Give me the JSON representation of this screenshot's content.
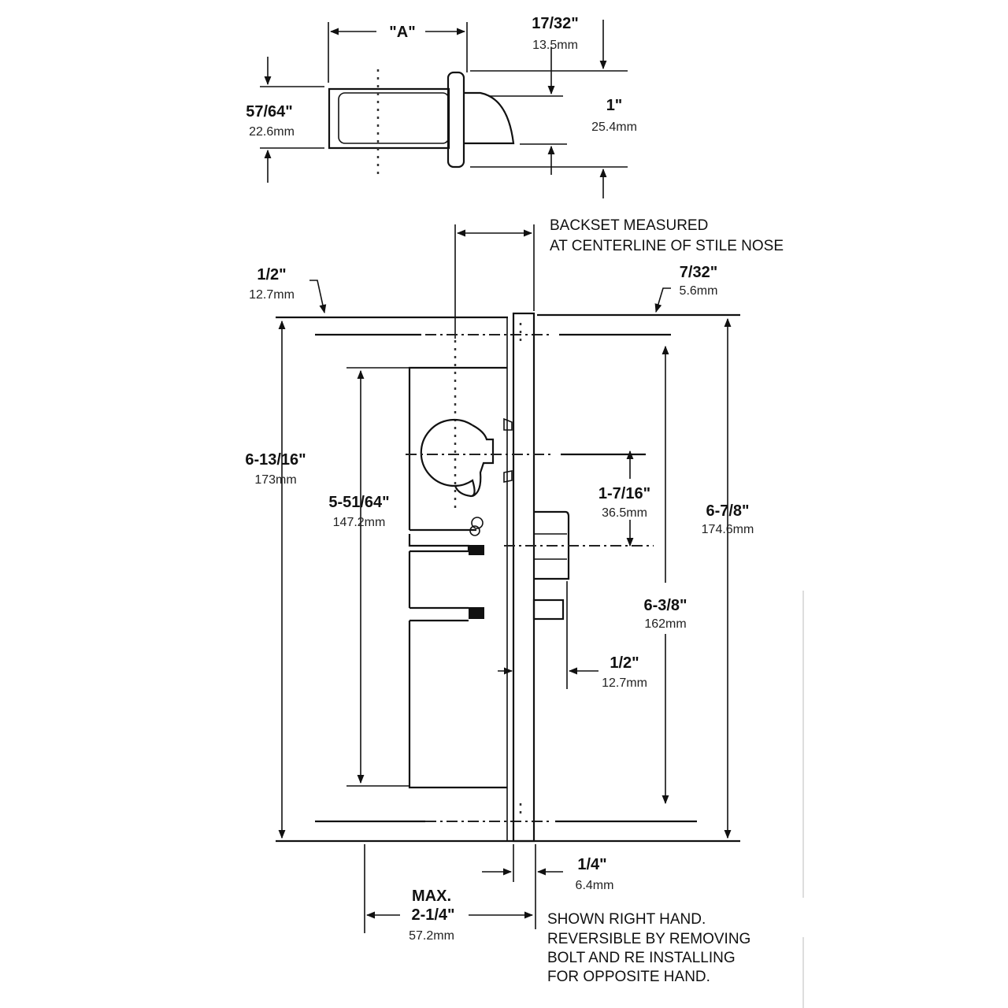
{
  "top_view": {
    "dim_a": "\"A\"",
    "dim_17_32": {
      "inch": "17/32\"",
      "mm": "13.5mm"
    },
    "dim_57_64": {
      "inch": "57/64\"",
      "mm": "22.6mm"
    },
    "dim_1": {
      "inch": "1\"",
      "mm": "25.4mm"
    }
  },
  "main_view": {
    "backset_note": [
      "BACKSET MEASURED",
      "AT CENTERLINE OF STILE NOSE"
    ],
    "dim_half_top": {
      "inch": "1/2\"",
      "mm": "12.7mm"
    },
    "dim_7_32": {
      "inch": "7/32\"",
      "mm": "5.6mm"
    },
    "dim_6_13_16": {
      "inch": "6-13/16\"",
      "mm": "173mm"
    },
    "dim_5_51_64": {
      "inch": "5-51/64\"",
      "mm": "147.2mm"
    },
    "dim_1_7_16": {
      "inch": "1-7/16\"",
      "mm": "36.5mm"
    },
    "dim_6_7_8": {
      "inch": "6-7/8\"",
      "mm": "174.6mm"
    },
    "dim_6_3_8": {
      "inch": "6-3/8\"",
      "mm": "162mm"
    },
    "dim_half_bolt": {
      "inch": "1/2\"",
      "mm": "12.7mm"
    },
    "dim_1_4": {
      "inch": "1/4\"",
      "mm": "6.4mm"
    },
    "dim_max": {
      "label": "MAX.",
      "inch": "2-1/4\"",
      "mm": "57.2mm"
    },
    "hand_note": [
      "SHOWN RIGHT HAND.",
      "REVERSIBLE BY REMOVING",
      "BOLT AND RE INSTALLING",
      "FOR OPPOSITE HAND."
    ]
  }
}
